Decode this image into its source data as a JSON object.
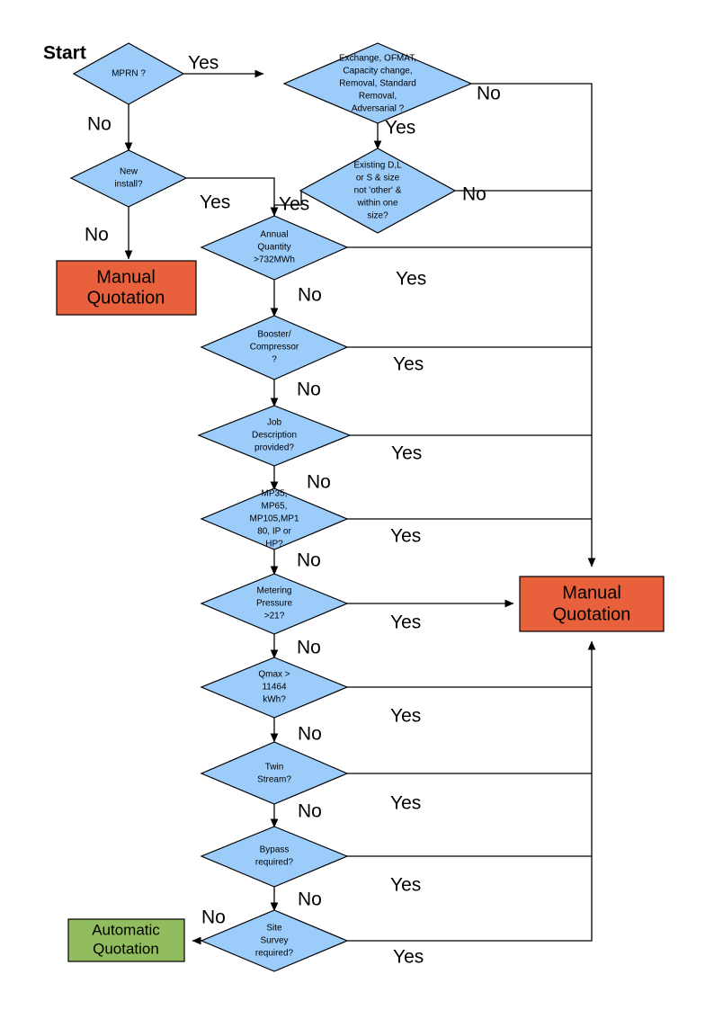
{
  "diagram": {
    "title_label": "Start",
    "colors": {
      "decision_fill": "#9CCCFA",
      "manual_fill": "#E8613C",
      "automatic_fill": "#92BD5E",
      "stroke": "#000000",
      "background": "#FFFFFF"
    },
    "nodes": {
      "mprn": {
        "line1": "MPRN ?"
      },
      "exchange": {
        "line1": "Exchange, OFMAT,",
        "line2": "Capacity change,",
        "line3": "Removal, Standard",
        "line4": "Removal,",
        "line5": "Adversarial ?"
      },
      "new_install": {
        "line1": "New",
        "line2": "install?"
      },
      "existing": {
        "line1": "Existing D,L",
        "line2": "or S & size",
        "line3": "not 'other' &",
        "line4": "within one",
        "line5": "size?"
      },
      "annual_quantity": {
        "line1": "Annual",
        "line2": "Quantity",
        "line3": ">732MWh"
      },
      "booster": {
        "line1": "Booster/",
        "line2": "Compressor",
        "line3": "?"
      },
      "job_description": {
        "line1": "Job",
        "line2": "Description",
        "line3": "provided?"
      },
      "mp_type": {
        "line1": "MP35,",
        "line2": "MP65,",
        "line3": "MP105,MP1",
        "line4": "80, IP or",
        "line5": "HP?"
      },
      "metering_pressure": {
        "line1": "Metering",
        "line2": "Pressure",
        "line3": ">21?"
      },
      "qmax": {
        "line1": "Qmax >",
        "line2": "11464",
        "line3": "kWh?"
      },
      "twin_stream": {
        "line1": "Twin",
        "line2": "Stream?"
      },
      "bypass": {
        "line1": "Bypass",
        "line2": "required?"
      },
      "site_survey": {
        "line1": "Site",
        "line2": "Survey",
        "line3": "required?"
      },
      "manual_left": {
        "line1": "Manual",
        "line2": "Quotation"
      },
      "manual_right": {
        "line1": "Manual",
        "line2": "Quotation"
      },
      "automatic": {
        "line1": "Automatic",
        "line2": "Quotation"
      }
    },
    "edges": {
      "mprn_yes": "Yes",
      "mprn_no": "No",
      "exchange_no": "No",
      "exchange_yes": "Yes",
      "new_install_yes": "Yes",
      "new_install_no": "No",
      "existing_no": "No",
      "existing_yes": "Yes",
      "annual_quantity_yes": "Yes",
      "annual_quantity_no": "No",
      "booster_yes": "Yes",
      "booster_no": "No",
      "job_description_yes": "Yes",
      "job_description_no": "No",
      "mp_type_yes": "Yes",
      "mp_type_no": "No",
      "metering_pressure_yes": "Yes",
      "metering_pressure_no": "No",
      "qmax_yes": "Yes",
      "qmax_no": "No",
      "twin_stream_yes": "Yes",
      "twin_stream_no": "No",
      "bypass_yes": "Yes",
      "bypass_no": "No",
      "site_survey_yes": "Yes",
      "site_survey_no": "No"
    }
  }
}
